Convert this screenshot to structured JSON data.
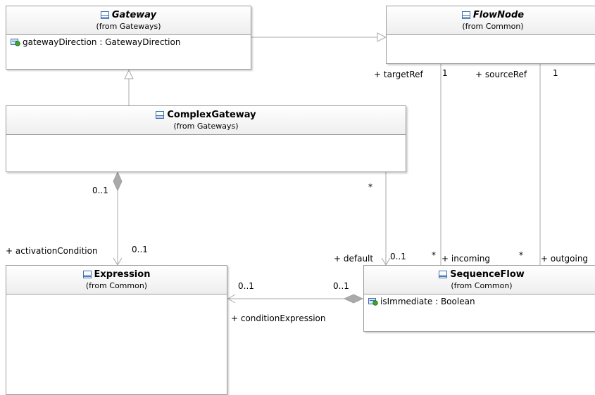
{
  "classes": {
    "gateway": {
      "name": "Gateway",
      "from": "(from Gateways)",
      "attrs": [
        "gatewayDirection : GatewayDirection"
      ]
    },
    "flow_node": {
      "name": "FlowNode",
      "from": "(from Common)"
    },
    "complex_gateway": {
      "name": "ComplexGateway",
      "from": "(from Gateways)"
    },
    "expression": {
      "name": "Expression",
      "from": "(from Common)"
    },
    "sequence_flow": {
      "name": "SequenceFlow",
      "from": "(from Common)",
      "attrs": [
        "isImmediate : Boolean"
      ]
    }
  },
  "labels": {
    "target_ref": "+ targetRef",
    "target_ref_mult": "1",
    "source_ref": "+ sourceRef",
    "source_ref_mult": "1",
    "activation_mult_src": "0..1",
    "activation_role": "+ activationCondition",
    "activation_mult_dst": "0..1",
    "default_star": "*",
    "default_role": "+ default",
    "default_mult": "0..1",
    "incoming_star": "*",
    "incoming_role": "+ incoming",
    "outgoing_star": "*",
    "outgoing_role": "+ outgoing",
    "cond_mult_left": "0..1",
    "cond_mult_right": "0..1",
    "cond_role": "+ conditionExpression"
  },
  "colors": {
    "border": "#9a9a9a",
    "edge": "#a8a8a8",
    "icon_blue": "#3a6fb0"
  }
}
